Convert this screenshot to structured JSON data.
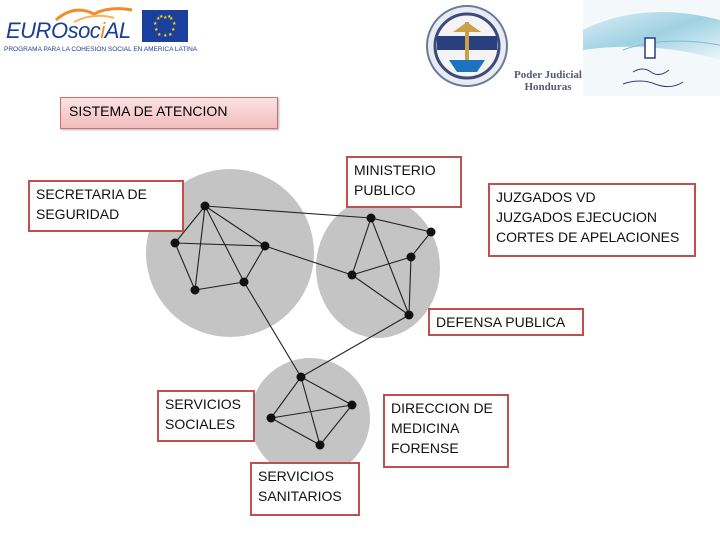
{
  "title": "SISTEMA DE ATENCION",
  "header": {
    "eurosocial_word_a": "EURO",
    "eurosocial_word_b": "soc",
    "eurosocial_word_c": "i",
    "eurosocial_word_d": "AL",
    "eurosocial_tagline": "PROGRAMA PARA LA COHESION SOCIAL EN AMERICA LATINA",
    "poder_judicial_line1": "Poder Judicial",
    "poder_judicial_line2": "Honduras"
  },
  "labels": {
    "secretaria_line1": "SECRETARIA DE",
    "secretaria_line2": "SEGURIDAD",
    "ministerio_line1": "MINISTERIO",
    "ministerio_line2": "PUBLICO",
    "juzgados_line1": "JUZGADOS VD",
    "juzgados_line2": "JUZGADOS EJECUCION",
    "juzgados_line3": "CORTES DE APELACIONES",
    "defensa": "DEFENSA PUBLICA",
    "servicios_sociales_line1": "SERVICIOS",
    "servicios_sociales_line2": "SOCIALES",
    "medicina_line1": "DIRECCION DE",
    "medicina_line2": "MEDICINA",
    "medicina_line3": "FORENSE",
    "sanitarios_line1": "SERVICIOS",
    "sanitarios_line2": "SANITARIOS"
  },
  "colors": {
    "accent_border": "#c0504d",
    "cluster_fill": "#c4c4c4",
    "node": "#111111"
  }
}
